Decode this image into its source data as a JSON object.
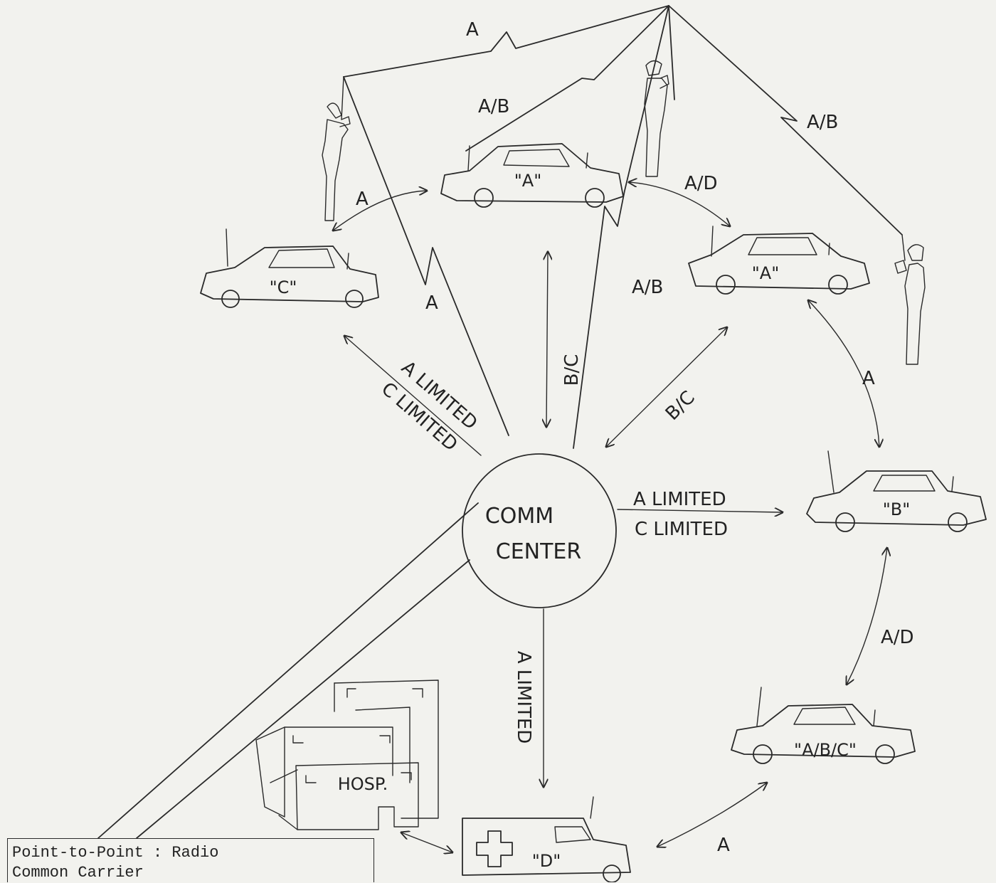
{
  "center": {
    "line1": "COMM",
    "line2": "CENTER"
  },
  "vehicles": {
    "car_a_top": "\"A\"",
    "car_a_right": "\"A\"",
    "car_c": "\"C\"",
    "car_b": "\"B\"",
    "car_abc": "\"A/B/C\"",
    "ambulance": "\"D\""
  },
  "hospital": "HOSP.",
  "links": {
    "top_left": "A",
    "top_mid": "A/B",
    "top_right": "A/B",
    "officer_to_car_c": "A",
    "car_a_to_car_a": "A/D",
    "center_left_zigzag": "A",
    "center_right_zigzag": "A/B",
    "center_to_car_a_vertical": "B/C",
    "center_to_car_a_right": "B/C",
    "center_to_car_c_line1": "A LIMITED",
    "center_to_car_c_line2": "C LIMITED",
    "center_to_car_b_line1": "A LIMITED",
    "center_to_car_b_line2": "C LIMITED",
    "officer_right_to_car_b": "A",
    "car_b_to_car_abc": "A/D",
    "center_to_ambulance": "A LIMITED",
    "ambulance_to_car_abc": "A"
  },
  "legend": {
    "line1": "Point-to-Point : Radio",
    "line2": "Common Carrier"
  }
}
